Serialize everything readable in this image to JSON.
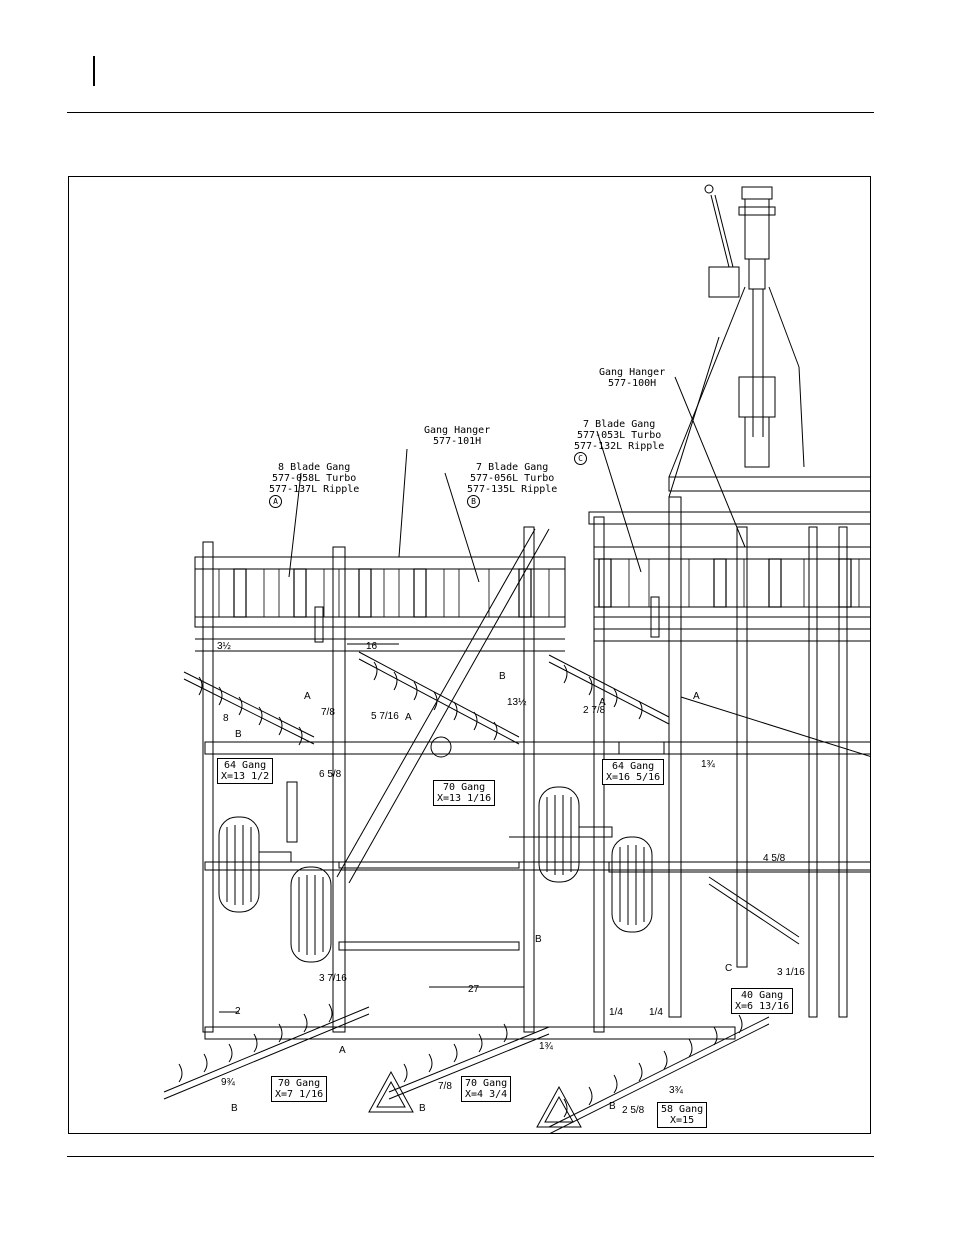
{
  "callouts": {
    "gang_hanger_101": {
      "line1": "Gang Hanger",
      "line2": "577-101H"
    },
    "blade8": {
      "line1": "8 Blade Gang",
      "line2": "577-058L Turbo",
      "line3": "577-137L Ripple",
      "marker": "A"
    },
    "blade7b": {
      "line1": "7 Blade Gang",
      "line2": "577-056L Turbo",
      "line3": "577-135L Ripple",
      "marker": "B"
    },
    "blade7c": {
      "line1": "7 Blade Gang",
      "line2": "577-053L Turbo",
      "line3": "577-132L Ripple",
      "marker": "C"
    },
    "gang_hanger_100": {
      "line1": "Gang Hanger",
      "line2": "577-100H"
    }
  },
  "gang_boxes": [
    {
      "line1": "64 Gang",
      "line2": "X=13 1/2"
    },
    {
      "line1": "70 Gang",
      "line2": "X=13 1/16"
    },
    {
      "line1": "64 Gang",
      "line2": "X=16 5/16"
    },
    {
      "line1": "40 Gang",
      "line2": "X=6 13/16"
    },
    {
      "line1": "70 Gang",
      "line2": "X=7 1/16"
    },
    {
      "line1": "70 Gang",
      "line2": "X=4 3/4"
    },
    {
      "line1": "58 Gang",
      "line2": "X=15"
    }
  ],
  "dimensions": {
    "d16": "16",
    "d27": "27",
    "d2": "2",
    "d3_1_2": "3½",
    "d7_8": "7/8",
    "d5_7_16": "5 7/16",
    "d13_1_2": "13½",
    "d2_7_8": "2 7/8",
    "d6_5_8": "6 5/8",
    "d1_3_4": "1¾",
    "d4_5_8": "4 5/8",
    "d3_1_16": "3 1/16",
    "d3_7_16": "3 7/16",
    "d1_4a": "1/4",
    "d1_4b": "1/4",
    "d9_3_4": "9¾",
    "d1_3_4b": "1¾",
    "d3_3_4": "3¾",
    "d2_5_8": "2 5/8",
    "d8": "8",
    "d7_8b": "7/8"
  },
  "letters": {
    "A1": "A",
    "A2": "A",
    "A3": "A",
    "A4": "A",
    "A5": "A",
    "B1": "B",
    "B2": "B",
    "B3": "B",
    "B4": "B",
    "B5": "B",
    "B6": "B",
    "C1": "C"
  }
}
